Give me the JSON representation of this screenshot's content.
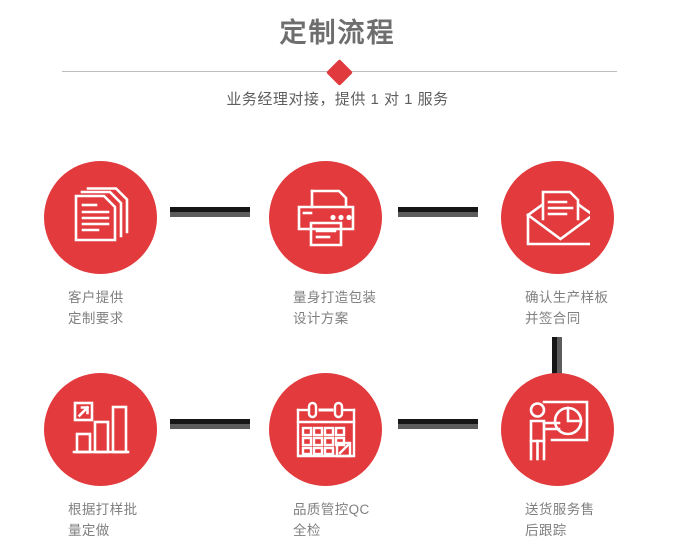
{
  "header": {
    "title": "定制流程",
    "subtitle": "业务经理对接，提供 1 对 1 服务",
    "divider_icon": "diamond-marker",
    "accent_color": "#e23a3d",
    "title_color": "#6e6e6e",
    "divider_color": "#bdbdbd"
  },
  "flow": {
    "connector_colors": {
      "dark": "#161616",
      "gray": "#5c5c5c"
    },
    "steps": [
      {
        "index": "1",
        "icon": "documents-stack-icon",
        "label": "客户提供\n定制要求"
      },
      {
        "index": "2",
        "icon": "printer-icon",
        "label": "量身打造包装\n设计方案"
      },
      {
        "index": "3",
        "icon": "envelope-document-icon",
        "label": "确认生产样板\n并签合同"
      },
      {
        "index": "4",
        "icon": "bar-chart-growth-icon",
        "label": "根据打样批\n量定做"
      },
      {
        "index": "5",
        "icon": "calendar-check-icon",
        "label": "品质管控QC\n全检"
      },
      {
        "index": "6",
        "icon": "presenter-pie-chart-icon",
        "label": "送货服务售\n后跟踪"
      }
    ]
  }
}
